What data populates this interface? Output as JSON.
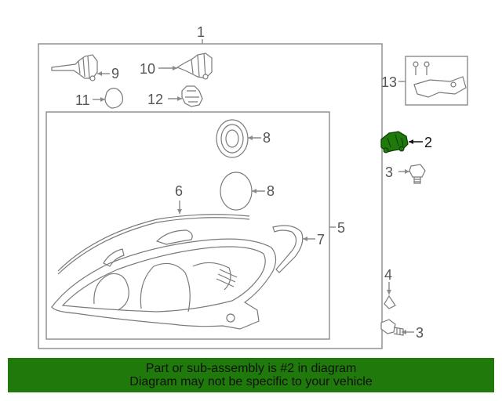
{
  "callouts": {
    "c1": "1",
    "c2": "2",
    "c3a": "3",
    "c3b": "3",
    "c4": "4",
    "c5": "5",
    "c6": "6",
    "c7": "7",
    "c8a": "8",
    "c8b": "8",
    "c9": "9",
    "c10": "10",
    "c11": "11",
    "c12": "12",
    "c13": "13"
  },
  "highlight_color": "#1f7a0b",
  "banner": {
    "line1": "Part or sub-assembly is #2 in diagram",
    "line2": "Diagram may not be specific to your vehicle"
  }
}
